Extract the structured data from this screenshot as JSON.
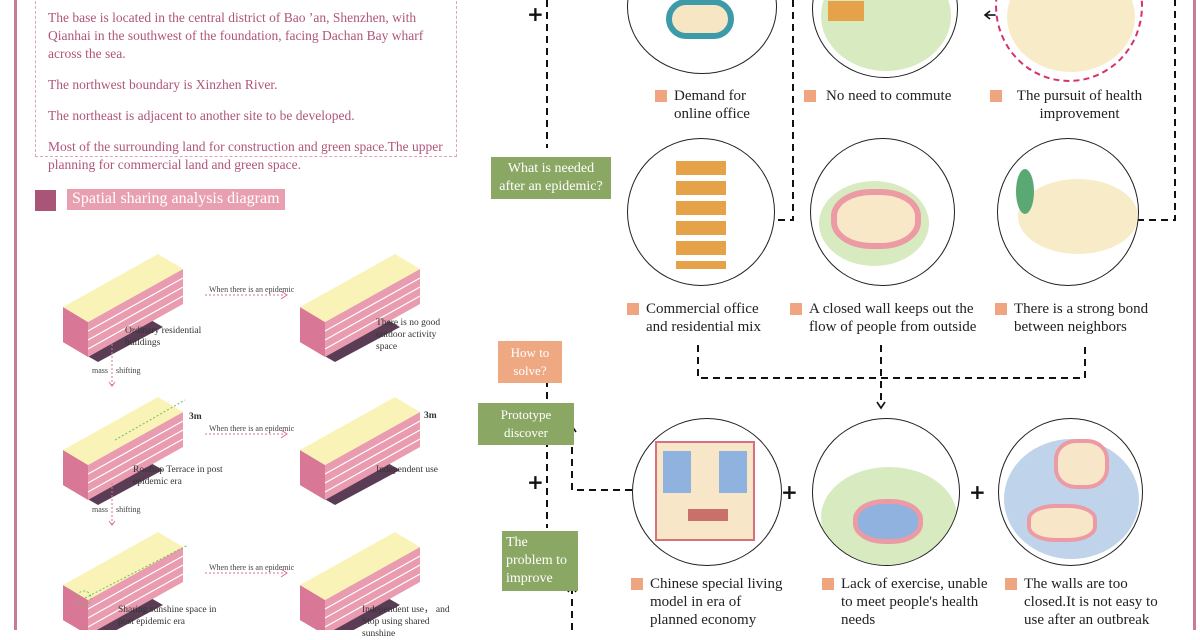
{
  "site_description": [
    "The base is located in the central district of Bao ’an, Shenzhen, with Qianhai in the southwest of the foundation, facing Dachan Bay wharf across the sea.",
    "The northwest boundary is Xinzhen River.",
    "The northeast is adjacent to another site to be developed.",
    "Most of the surrounding land for construction and green space.The upper planning for commercial land and green space."
  ],
  "section_title": "Spatial sharing analysis diagram",
  "diagram": {
    "arrow_label": "When there is an epidemic",
    "mass": "mass",
    "shifting": "shifting",
    "dimension": "3m",
    "rows": [
      {
        "left": "Ordinary residential buildings",
        "right": "There is no good outdoor activity space"
      },
      {
        "left": "Rooftop Terrace in post epidemic era",
        "right": "Independent use"
      },
      {
        "left": "Sharing sunshine space in post epidemic era",
        "right": "Independent use， and Stop using shared sunshine"
      }
    ]
  },
  "flow": {
    "plus": "+",
    "what_needed": "What is needed after an epidemic?",
    "how_to_solve": "How to solve?",
    "prototype": "Prototype discover",
    "problem": "The problem to improve"
  },
  "needs": [
    {
      "label": "Demand for online office",
      "icon": "cloud-office-icon"
    },
    {
      "label": "No need to commute",
      "icon": "commute-path-icon"
    },
    {
      "label": "The pursuit of health improvement",
      "icon": "fitness-park-icon"
    },
    {
      "label": "Commercial office and residential mix",
      "icon": "mixed-building-icon"
    },
    {
      "label": "A closed wall keeps out the flow of people from outside",
      "icon": "closed-wall-icon"
    },
    {
      "label": "There is a strong bond between neighbors",
      "icon": "neighbors-icon"
    }
  ],
  "problems": [
    {
      "label": "Chinese special living model in era of planned economy",
      "icon": "courtyard-plan-icon"
    },
    {
      "label": "Lack of exercise, unable to meet people's health needs",
      "icon": "exercise-park-icon"
    },
    {
      "label": "The walls are too closed.It is not easy to use after an outbreak",
      "icon": "closed-islands-icon"
    }
  ],
  "colors": {
    "accent_pink": "#c97a97",
    "green": "#8ba764",
    "orange": "#eea882",
    "text_pink": "#b0557a"
  }
}
